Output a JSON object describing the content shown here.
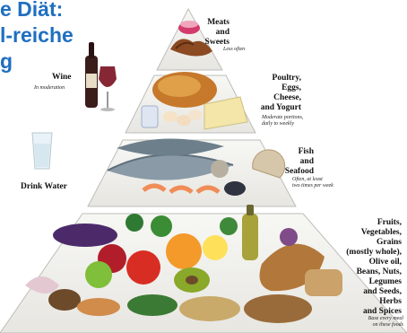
{
  "title_lines": [
    "e Diät:",
    "l-reiche",
    "g"
  ],
  "tiers": {
    "meats": {
      "label_lines": [
        "Meats",
        "and",
        "Sweets"
      ],
      "note": "Less often"
    },
    "poultry": {
      "label_lines": [
        "Poultry,",
        "Eggs,",
        "Cheese,",
        "and Yogurt"
      ],
      "note_lines": [
        "Moderate portions,",
        "daily to weekly"
      ]
    },
    "fish": {
      "label_lines": [
        "Fish",
        "and",
        "Seafood"
      ],
      "note_lines": [
        "Often, at least",
        "two times per week"
      ]
    },
    "base": {
      "label_lines": [
        "Fruits,",
        "Vegetables,",
        "Grains",
        "(mostly whole),",
        "Olive oil,",
        "Beans, Nuts,",
        "Legumes",
        "and Seeds,",
        "Herbs",
        "and Spices"
      ],
      "note_lines": [
        "Base every meal",
        "on these foods"
      ]
    }
  },
  "side": {
    "wine": {
      "label": "Wine",
      "note": "In moderation"
    },
    "water": {
      "label": "Drink Water"
    }
  }
}
